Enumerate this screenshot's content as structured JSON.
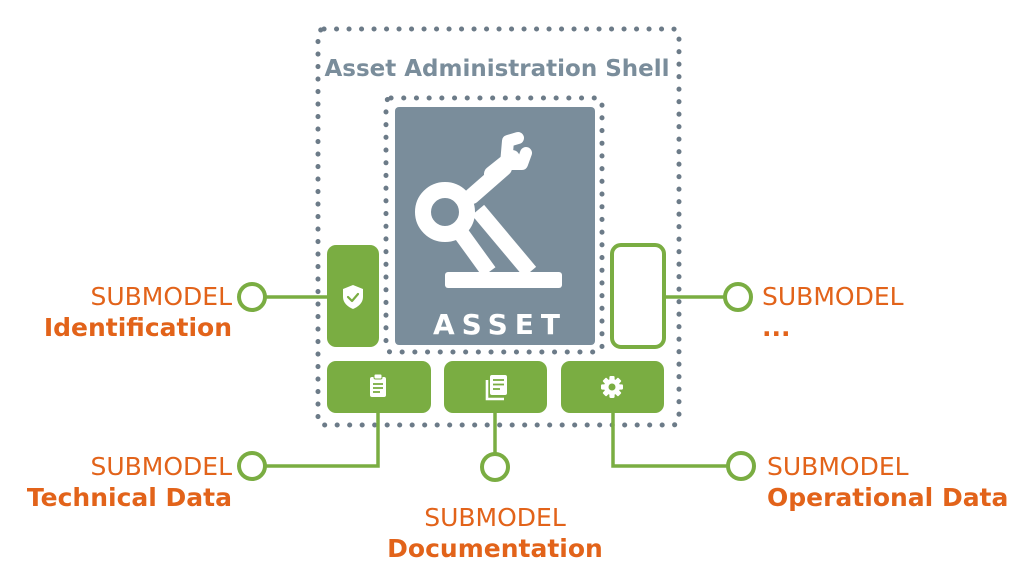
{
  "shell": {
    "title": "Asset Administration Shell"
  },
  "asset": {
    "label": "ASSET",
    "icon": "robot-arm-icon"
  },
  "colors": {
    "orange": "#e2631a",
    "green": "#7aad42",
    "slate": "#7a8d9b",
    "dots": "#6c7b88"
  },
  "submodels": [
    {
      "kind": "SUBMODEL",
      "name": "Identification",
      "icon": "shield-check-icon",
      "filled": true
    },
    {
      "kind": "SUBMODEL",
      "name": "Technical Data",
      "icon": "clipboard-icon",
      "filled": true
    },
    {
      "kind": "SUBMODEL",
      "name": "Documentation",
      "icon": "documents-icon",
      "filled": true
    },
    {
      "kind": "SUBMODEL",
      "name": "Operational Data",
      "icon": "gear-icon",
      "filled": true
    },
    {
      "kind": "SUBMODEL",
      "name": "...",
      "icon": "",
      "filled": false
    }
  ]
}
